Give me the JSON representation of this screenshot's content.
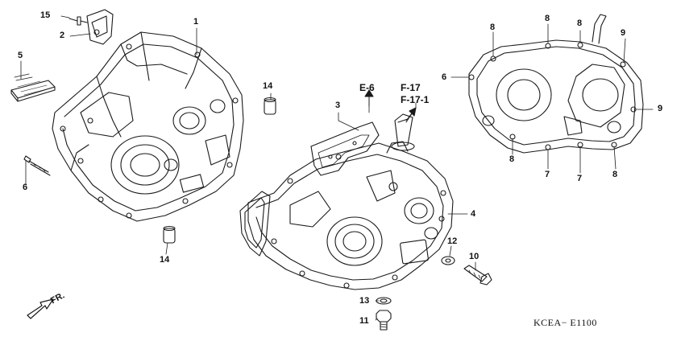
{
  "diagram": {
    "callouts": {
      "c1": "1",
      "c2": "2",
      "c3": "3",
      "c4": "4",
      "c5": "5",
      "c6a": "6",
      "c6b": "6",
      "c7a": "7",
      "c7b": "7",
      "c8a": "8",
      "c8b": "8",
      "c8c": "8",
      "c8d": "8",
      "c8e": "8",
      "c9a": "9",
      "c9b": "9",
      "c10": "10",
      "c11": "11",
      "c12": "12",
      "c13": "13",
      "c14a": "14",
      "c14b": "14",
      "c15": "15"
    },
    "references": {
      "e6": "E-6",
      "f17": "F-17",
      "f171": "F-17-1"
    },
    "direction_label": "FR.",
    "diagram_code": "KCEA− E1100",
    "colors": {
      "line": "#1a1a1a",
      "background": "#ffffff"
    }
  }
}
